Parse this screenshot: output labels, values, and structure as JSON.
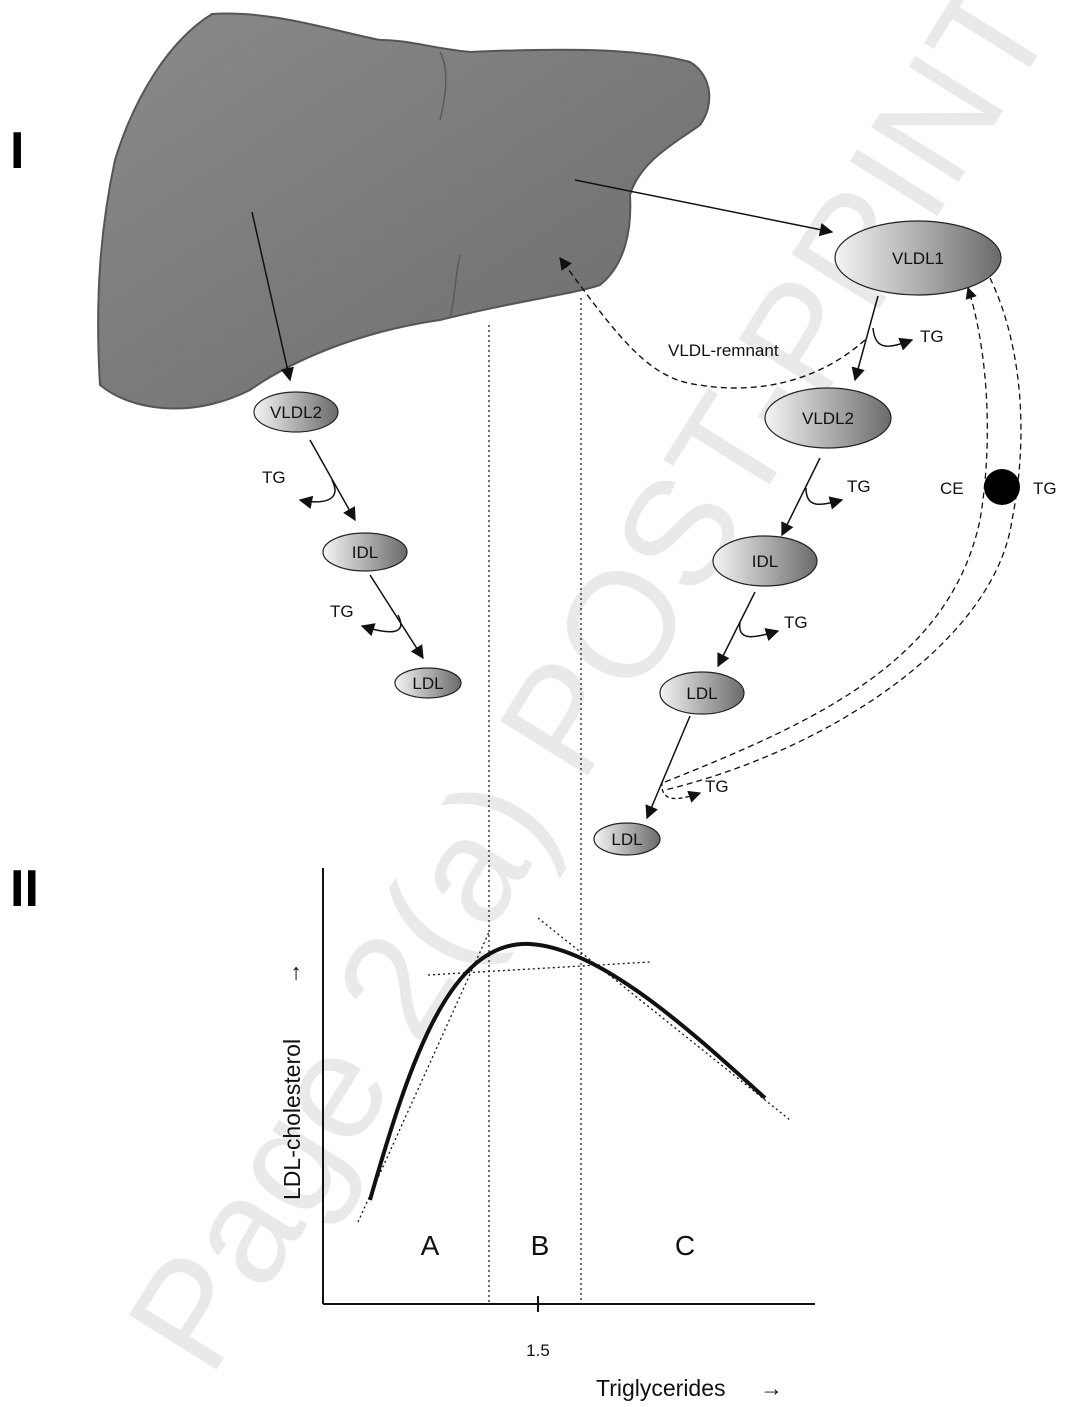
{
  "panels": {
    "panel_1_label": "I",
    "panel_2_label": "II"
  },
  "pathway_left": {
    "vldl2": "VLDL2",
    "tg1": "TG",
    "idl": "IDL",
    "tg2": "TG",
    "ldl": "LDL"
  },
  "pathway_right": {
    "vldl1": "VLDL1",
    "tg0": "TG",
    "remnant": "VLDL-remnant",
    "vldl2": "VLDL2",
    "tg1": "TG",
    "idl": "IDL",
    "tg2": "TG",
    "ldl": "LDL",
    "tg3": "TG",
    "ldl_small": "LDL",
    "ce": "CE",
    "tg_exchange": "TG"
  },
  "chart": {
    "ylabel": "LDL-cholesterol",
    "xlabel": "Triglycerides",
    "arrow": "→",
    "x_tick": "1.5",
    "regions": [
      "A",
      "B",
      "C"
    ]
  },
  "watermark": "Page 2(a) POST-PRINT",
  "colors": {
    "liver": "#7d7d7d",
    "ellipse_light": "#f2f2f2",
    "ellipse_dark": "#6f6f6f",
    "ink": "#111111"
  }
}
